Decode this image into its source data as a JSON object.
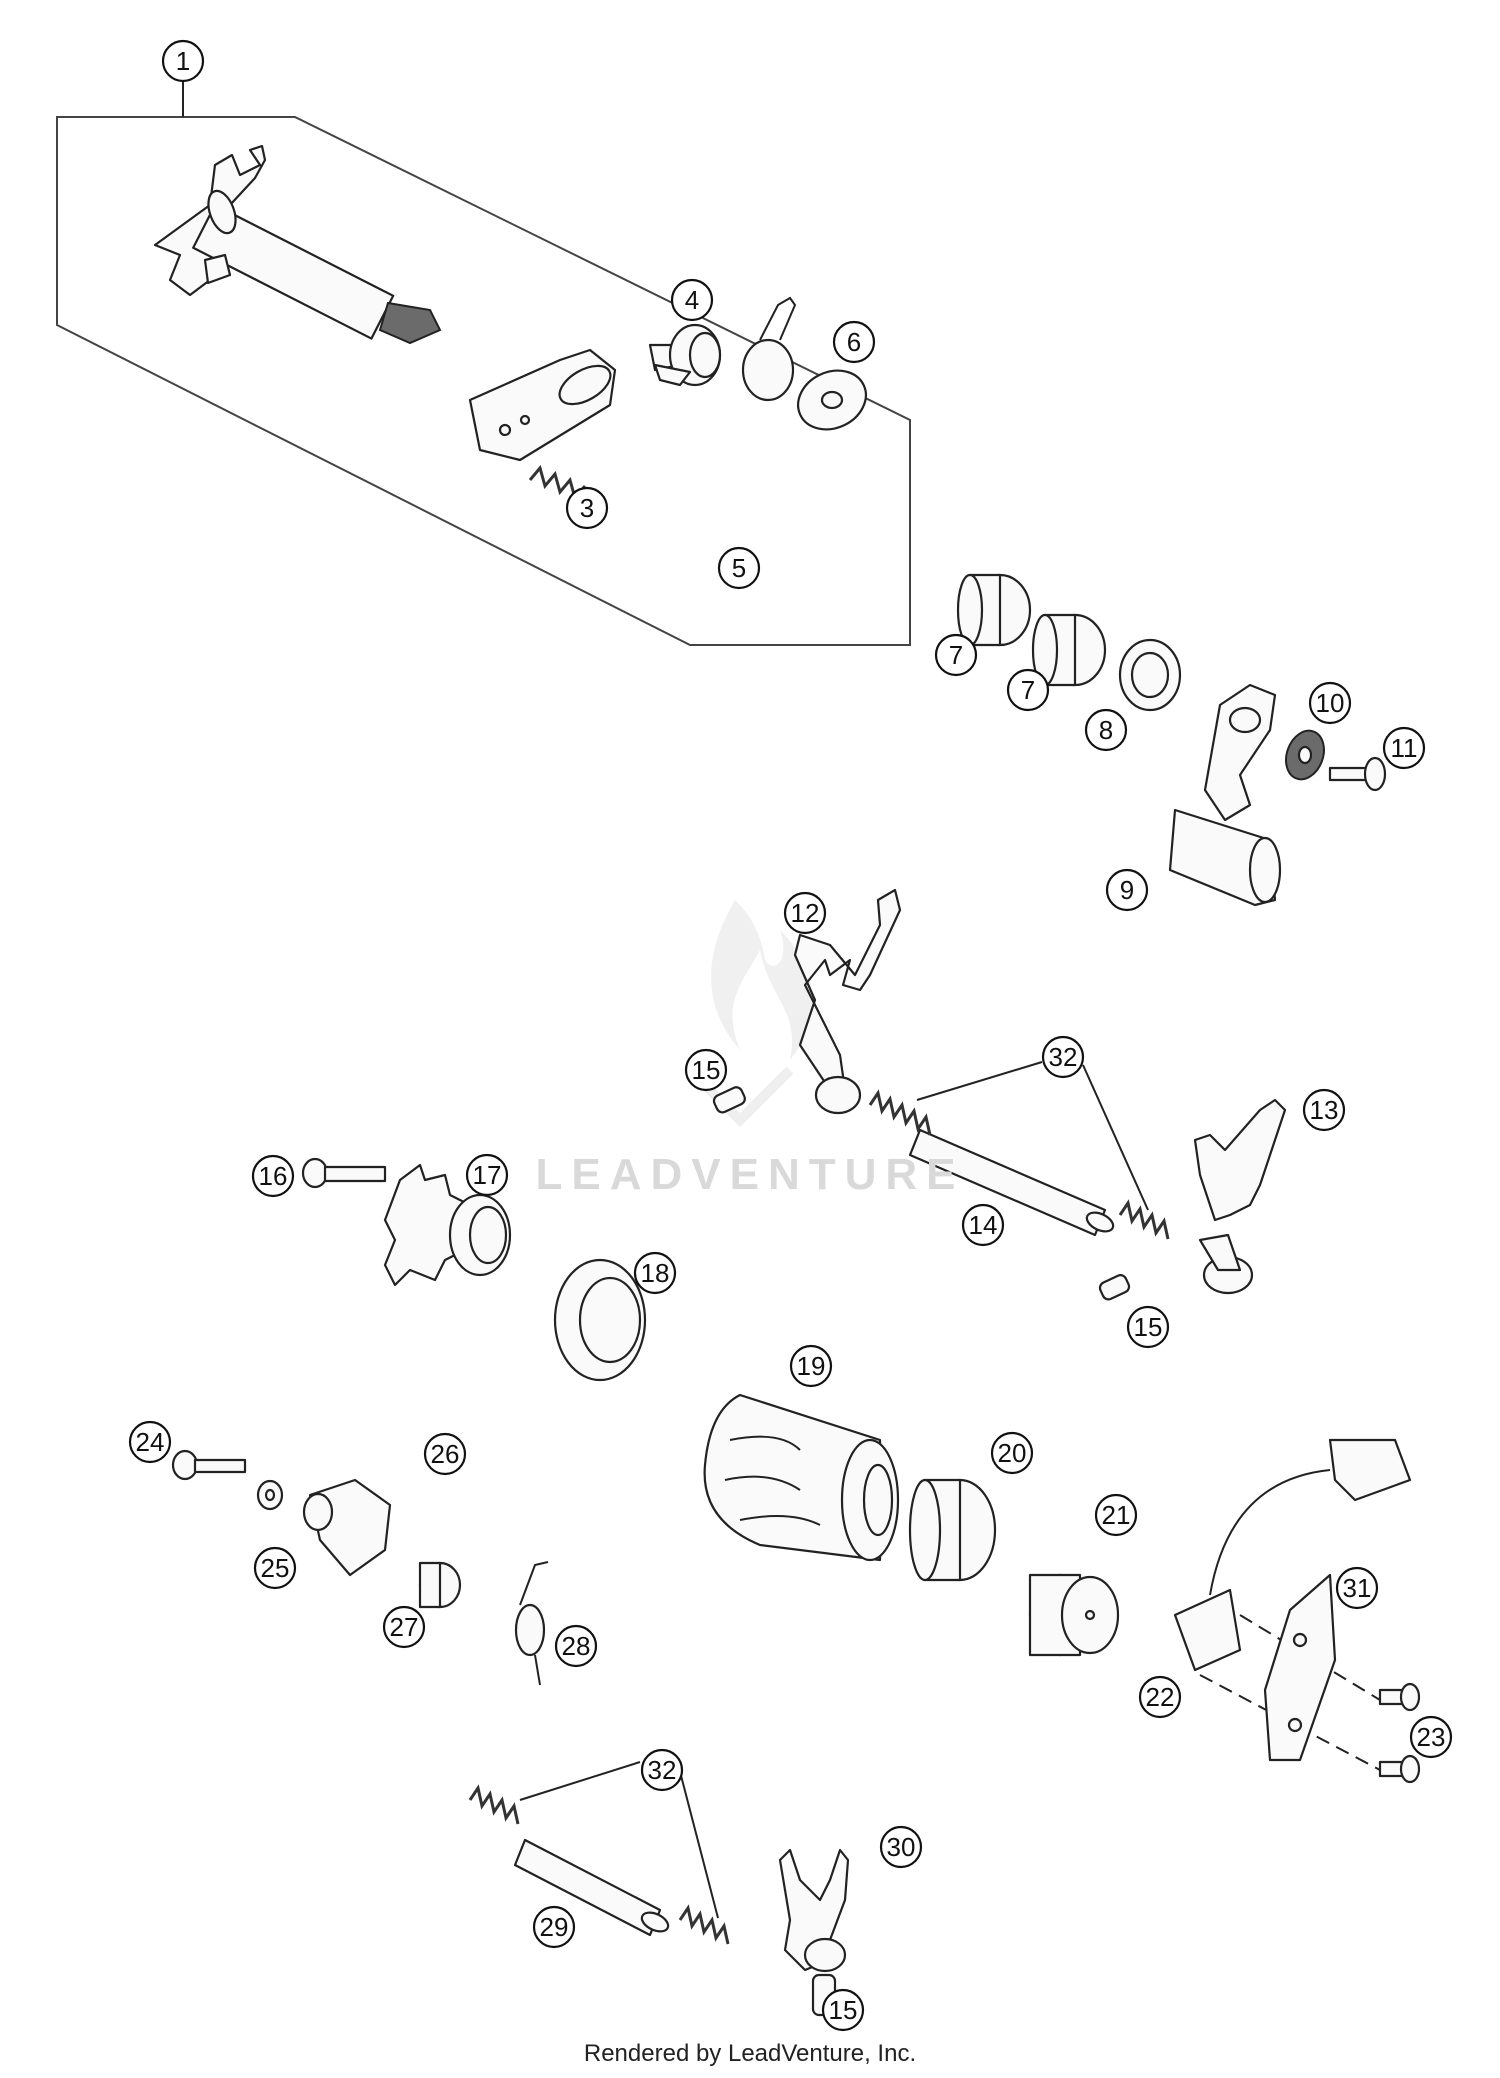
{
  "callouts": [
    "1",
    "3",
    "4",
    "5",
    "6",
    "7",
    "7",
    "8",
    "9",
    "10",
    "11",
    "12",
    "13",
    "14",
    "15",
    "15",
    "15",
    "16",
    "17",
    "18",
    "19",
    "20",
    "21",
    "22",
    "23",
    "24",
    "25",
    "26",
    "27",
    "28",
    "29",
    "30",
    "31",
    "32",
    "32"
  ],
  "watermark": "LEADVENTURE",
  "footer": "Rendered by LeadVenture, Inc."
}
